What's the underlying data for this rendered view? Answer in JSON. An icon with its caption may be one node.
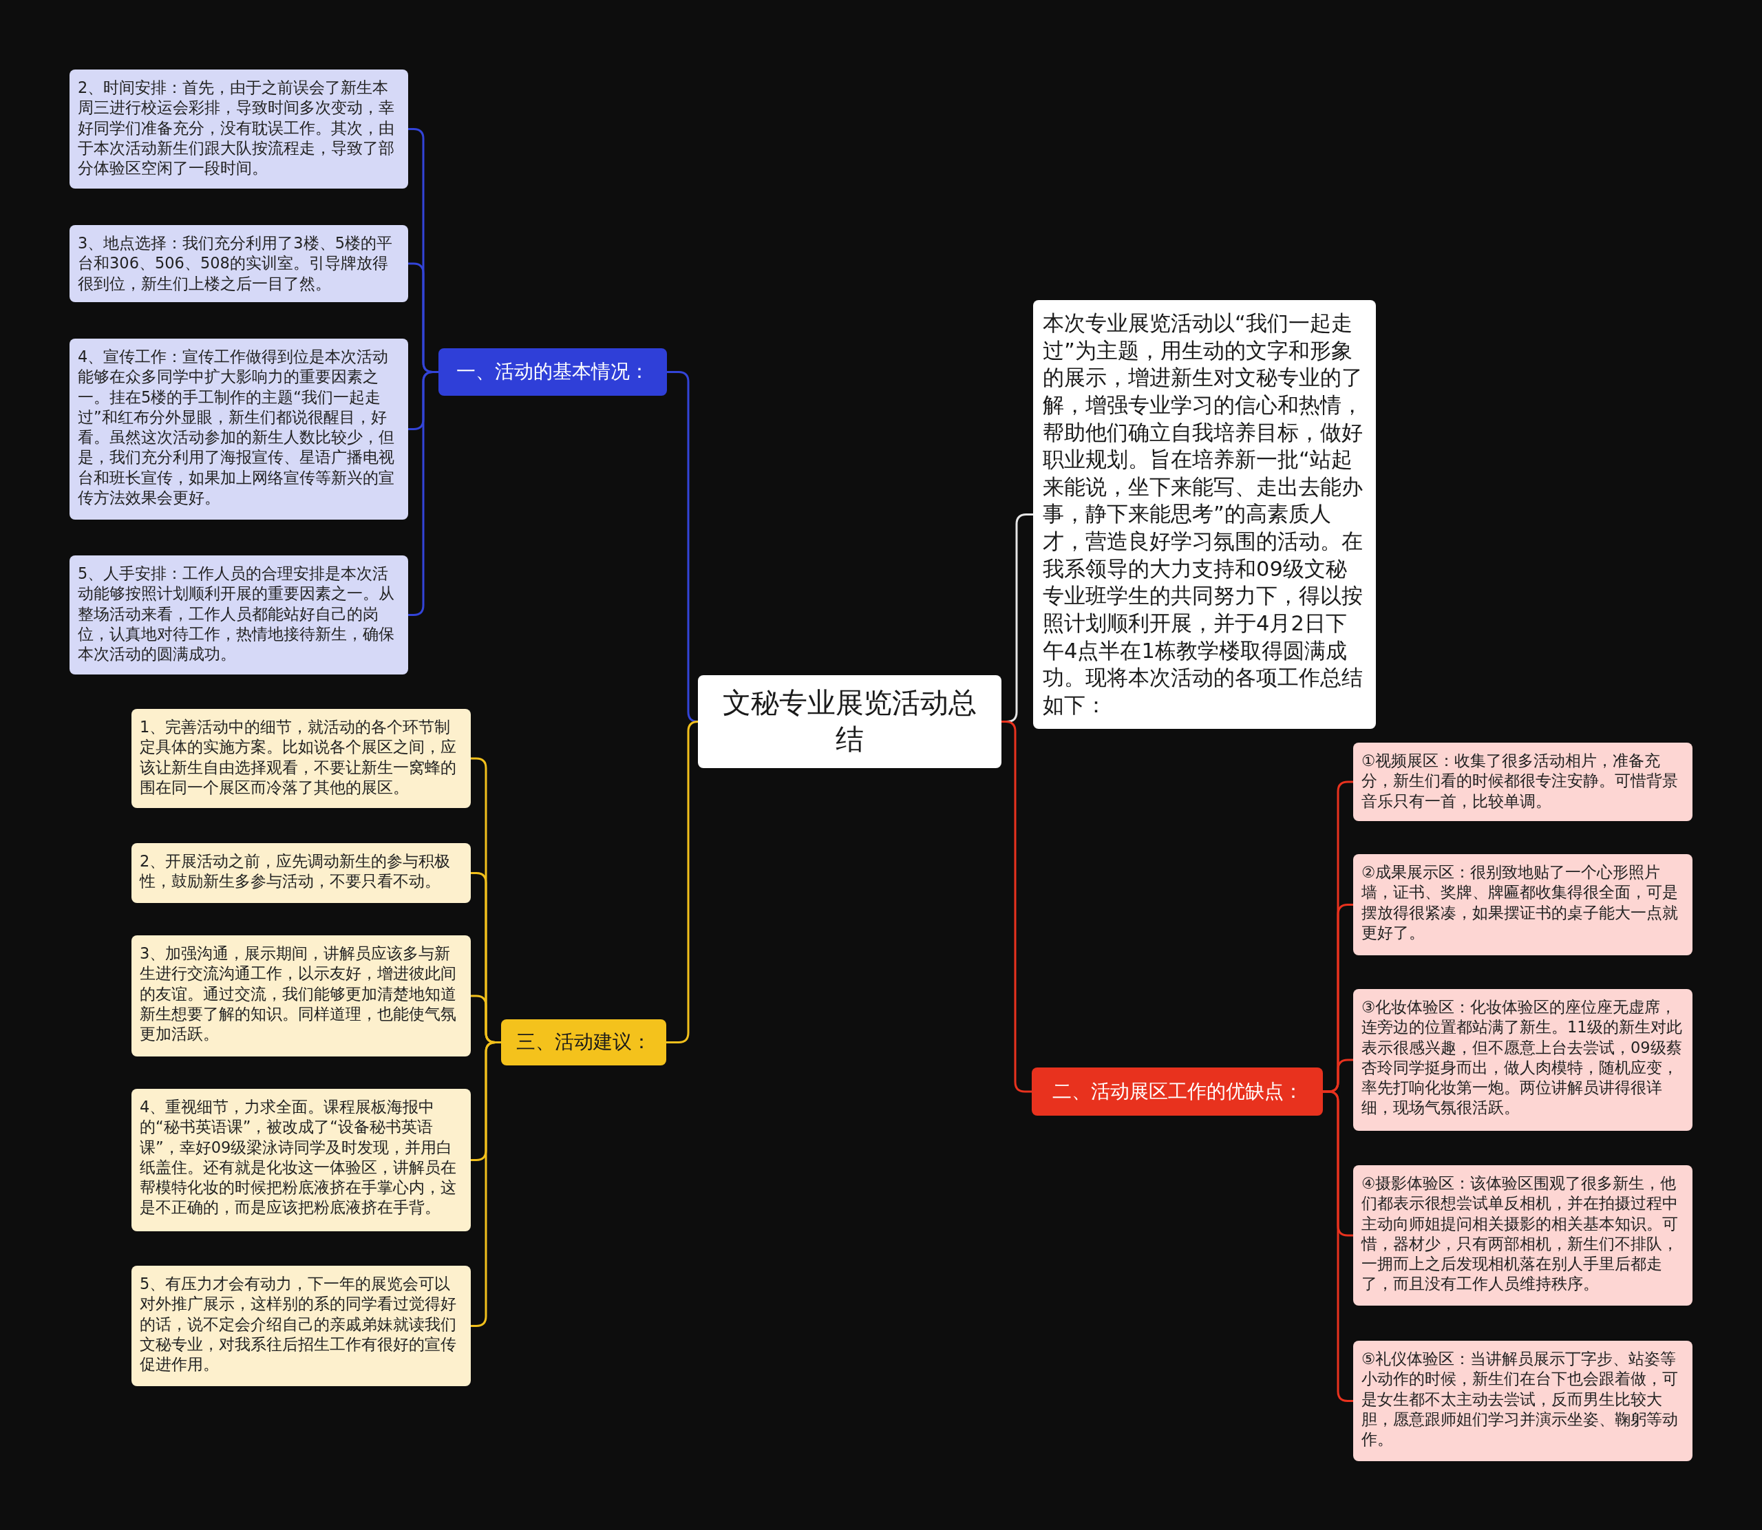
{
  "diagram": {
    "nodes": [
      {
        "text": [
          "文秘专业展览活动总结"
        ]
      },
      {
        "text": [
          "本次专业展览活动以“我们一起走过”为主题，用生动的文字和形象的展示，增进新生对文秘专业的了解，增强专业学习的信心和热情，帮助他们确立自我培养目标，做好职业规划。旨在培养新一批“站起来能说，坐下来能写、走出去能办事，静下来能思考”的高素质人才，营造良好学习氛围的活动。在我系领导的大力支持和09级文秘专业班学生的共同努力下，得以按照计划顺利开展，并于4月2日下午4点半在1栋教学楼取得圆满成功。现将本次活动的各项工作总结如下："
        ]
      },
      {
        "text": [
          "一、活动的基本情况："
        ]
      },
      {
        "text": [
          "2、时间安排：首先，由于之前误会了新生本周三进行校运会彩排，导致时间多次变动，幸好同学们准备充分，没有耽误工作。其次，由于本次活动新生们跟大队按流程走，导致了部分体验区空闲了一段时间。"
        ]
      },
      {
        "text": [
          "3、地点选择：我们充分利用了3楼、5楼的平台和306、506、508的实训室。引导牌放得很到位，新生们上楼之后一目了然。"
        ]
      },
      {
        "text": [
          "4、宣传工作：宣传工作做得到位是本次活动能够在众多同学中扩大影响力的重要因素之一。挂在5楼的手工制作的主题“我们一起走过”和红布分外显眼，新生们都说很醒目，好看。虽然这次活动参加的新生人数比较少，但是，我们充分利用了海报宣传、星语广播电视台和班长宣传，如果加上网络宣传等新兴的宣传方法效果会更好。"
        ]
      },
      {
        "text": [
          "5、人手安排：工作人员的合理安排是本次活动能够按照计划顺利开展的重要因素之一。从整场活动来看，工作人员都能站好自己的岗位，认真地对待工作，热情地接待新生，确保本次活动的圆满成功。"
        ]
      },
      {
        "text": [
          "三、活动建议："
        ]
      },
      {
        "text": [
          "1、完善活动中的细节，就活动的各个环节制定具体的实施方案。比如说各个展区之间，应该让新生自由选择观看，不要让新生一窝蜂的围在同一个展区而冷落了其他的展区。"
        ]
      },
      {
        "text": [
          "2、开展活动之前，应先调动新生的参与积极性，鼓励新生多参与活动，不要只看不动。"
        ]
      },
      {
        "text": [
          "3、加强沟通，展示期间，讲解员应该多与新生进行交流沟通工作，以示友好，增进彼此间的友谊。通过交流，我们能够更加清楚地知道新生想要了解的知识。同样道理，也能使气氛更加活跃。"
        ]
      },
      {
        "text": [
          "4、重视细节，力求全面。课程展板海报中的“秘书英语课”，被改成了“设备秘书英语课”，幸好09级梁泳诗同学及时发现，并用白纸盖住。还有就是化妆这一体验区，讲解员在帮模特化妆的时候把粉底液挤在手掌心内，这是不正确的，而是应该把粉底液挤在手背。"
        ]
      },
      {
        "text": [
          "5、有压力才会有动力，下一年的展览会可以对外推广展示，这样别的系的同学看过觉得好的话，说不定会介绍自己的亲戚弟妹就读我们文秘专业，对我系往后招生工作有很好的宣传促进作用。"
        ]
      },
      {
        "text": [
          "二、活动展区工作的优缺点："
        ]
      },
      {
        "text": [
          "①视频展区：收集了很多活动相片，准备充分，新生们看的时候都很专注安静。可惜背景音乐只有一首，比较单调。"
        ]
      },
      {
        "text": [
          "②成果展示区：很别致地贴了一个心形照片墙，证书、奖牌、牌匾都收集得很全面，可是摆放得很紧凑，如果摆证书的桌子能大一点就更好了。"
        ]
      },
      {
        "text": [
          "③化妆体验区：化妆体验区的座位座无虚席，连旁边的位置都站满了新生。11级的新生对此表示很感兴趣，但不愿意上台去尝试，09级蔡杏玲同学挺身而出，做人肉模特，随机应变，率先打响化妆第一炮。两位讲解员讲得很详细，现场气氛很活跃。"
        ]
      },
      {
        "text": [
          "④摄影体验区：该体验区围观了很多新生，他们都表示很想尝试单反相机，并在拍摄过程中主动向师姐提问相关摄影的相关基本知识。可惜，器材少，只有两部相机，新生们不排队，一拥而上之后发现相机落在别人手里后都走了，而且没有工作人员维持秩序。"
        ]
      },
      {
        "text": [
          "⑤礼仪体验区：当讲解员展示丁字步、站姿等小动作的时候，新生们在台下也会跟着做，可是女生都不太主动去尝试，反而男生比较大胆，愿意跟师姐们学习并演示坐姿、鞠躬等动作。"
        ]
      }
    ],
    "edges": [
      {
        "from": 0,
        "to": 1,
        "arrow": "none",
        "color": "#e6e6e6"
      },
      {
        "from": 0,
        "to": 2,
        "arrow": "none",
        "color": "#3344d8"
      },
      {
        "from": 2,
        "to": 3,
        "arrow": "none",
        "color": "#3344d8"
      },
      {
        "from": 2,
        "to": 4,
        "arrow": "none",
        "color": "#3344d8"
      },
      {
        "from": 2,
        "to": 5,
        "arrow": "none",
        "color": "#3344d8"
      },
      {
        "from": 2,
        "to": 6,
        "arrow": "none",
        "color": "#3344d8"
      },
      {
        "from": 0,
        "to": 7,
        "arrow": "none",
        "color": "#f2c01c"
      },
      {
        "from": 7,
        "to": 8,
        "arrow": "none",
        "color": "#f2c01c"
      },
      {
        "from": 7,
        "to": 9,
        "arrow": "none",
        "color": "#f2c01c"
      },
      {
        "from": 7,
        "to": 10,
        "arrow": "none",
        "color": "#f2c01c"
      },
      {
        "from": 7,
        "to": 11,
        "arrow": "none",
        "color": "#f2c01c"
      },
      {
        "from": 7,
        "to": 12,
        "arrow": "none",
        "color": "#f2c01c"
      },
      {
        "from": 0,
        "to": 13,
        "arrow": "none",
        "color": "#e8321e"
      },
      {
        "from": 13,
        "to": 14,
        "arrow": "none",
        "color": "#e8321e"
      },
      {
        "from": 13,
        "to": 15,
        "arrow": "none",
        "color": "#e8321e"
      },
      {
        "from": 13,
        "to": 16,
        "arrow": "none",
        "color": "#e8321e"
      },
      {
        "from": 13,
        "to": 17,
        "arrow": "none",
        "color": "#e8321e"
      },
      {
        "from": 13,
        "to": 18,
        "arrow": "none",
        "color": "#e8321e"
      }
    ]
  }
}
